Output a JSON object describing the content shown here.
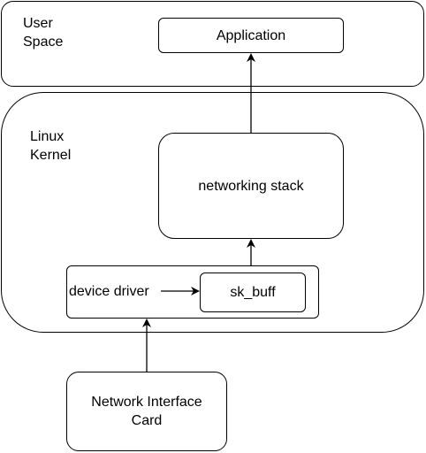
{
  "diagram": {
    "user_space": {
      "label": "User\nSpace",
      "application": "Application"
    },
    "kernel": {
      "label": "Linux\nKernel",
      "networking_stack": "networking stack",
      "device_driver": "device driver",
      "sk_buff": "sk_buff"
    },
    "nic": {
      "label": "Network Interface\nCard"
    },
    "colors": {
      "stroke": "#000000",
      "fill": "#ffffff"
    }
  }
}
